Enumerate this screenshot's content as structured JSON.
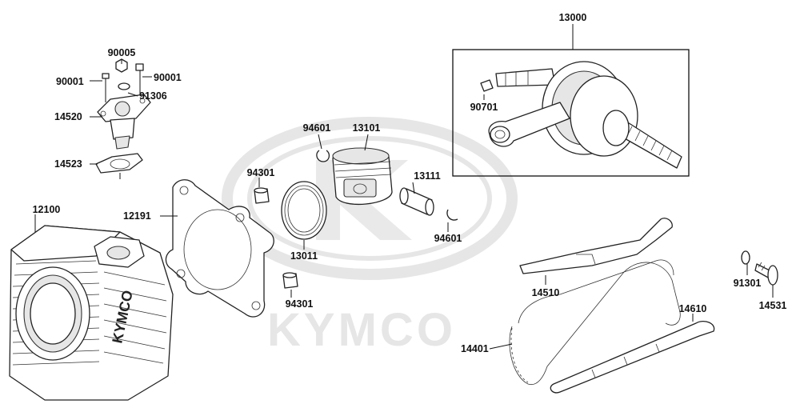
{
  "watermark": {
    "brand": "KYMCO"
  },
  "cylinder_brand": "KYMCO",
  "labels": {
    "p13000": "13000",
    "p90005": "90005",
    "p90001a": "90001",
    "p90001b": "90001",
    "p91306": "91306",
    "p14520": "14520",
    "p14523": "14523",
    "p94601a": "94601",
    "p13101": "13101",
    "p90701": "90701",
    "p94301a": "94301",
    "p13111": "13111",
    "p12100": "12100",
    "p12191": "12191",
    "p94601b": "94601",
    "p13011": "13011",
    "p94301b": "94301",
    "p14510": "14510",
    "p91301": "91301",
    "p14531": "14531",
    "p14610": "14610",
    "p14401": "14401"
  }
}
